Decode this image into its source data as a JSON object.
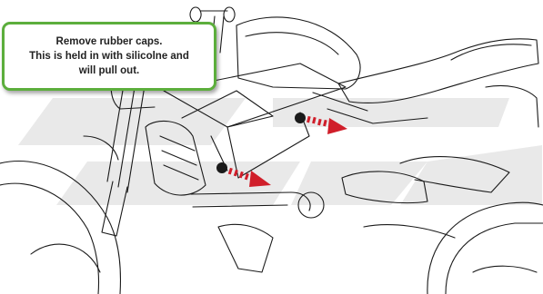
{
  "callout": {
    "lines": [
      "Remove rubber caps.",
      "This is held in with silicolne and",
      "will pull out."
    ]
  },
  "colors": {
    "callout_border": "#5cae3c",
    "arrow_red": "#d01e2a",
    "watermark_grey": "#e9e9e9",
    "line_art": "#1a1a1a"
  },
  "icons": {
    "watermark": "brand-logo-watermark",
    "arrows": "red-dashed-arrow"
  }
}
